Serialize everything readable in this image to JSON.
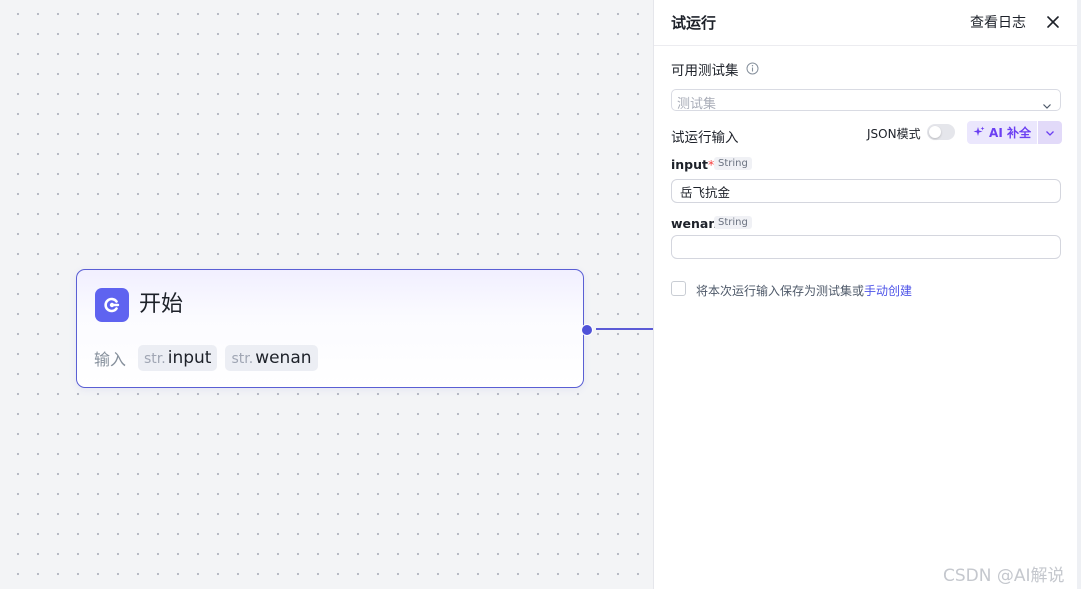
{
  "node": {
    "title": "开始",
    "inputs_label": "输入",
    "params": [
      {
        "type": "str.",
        "name": "input"
      },
      {
        "type": "str.",
        "name": "wenan"
      }
    ]
  },
  "panel": {
    "title": "试运行",
    "view_log": "查看日志",
    "testset_label": "可用测试集",
    "testset_placeholder": "测试集",
    "run_input_label": "试运行输入",
    "json_mode_label": "JSON模式",
    "json_mode_on": false,
    "ai_button_label": "AI 补全",
    "fields": [
      {
        "name": "input",
        "required_mark": "*",
        "type": "String",
        "value": "岳飞抗金"
      },
      {
        "name": "wenan",
        "required_mark": "",
        "type": "String",
        "value": ""
      }
    ],
    "save_text": "将本次运行输入保存为测试集或",
    "save_link": "手动创建"
  },
  "watermark": "CSDN @AI解说",
  "colors": {
    "accent": "#4d53e8",
    "ai_purple": "#6b3ff2",
    "required": "#f53f3f"
  }
}
